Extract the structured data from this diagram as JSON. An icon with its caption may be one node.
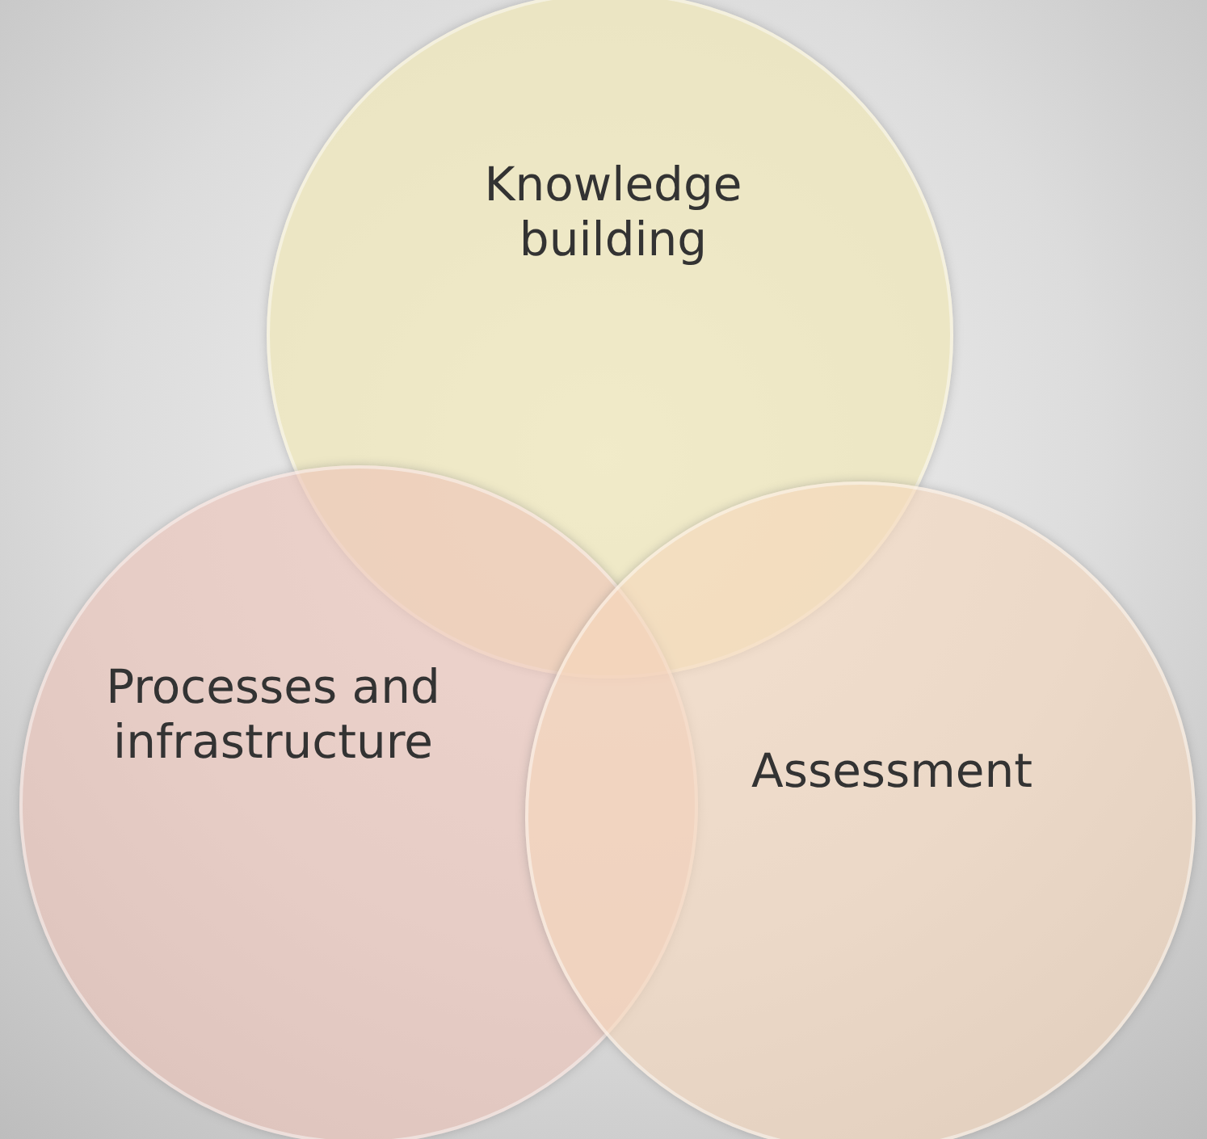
{
  "diagram": {
    "nodes": [
      {
        "text": [
          "Knowledge building"
        ]
      },
      {
        "text": [
          "Processes and infrastructure"
        ]
      },
      {
        "text": [
          "Assessment"
        ]
      }
    ]
  }
}
